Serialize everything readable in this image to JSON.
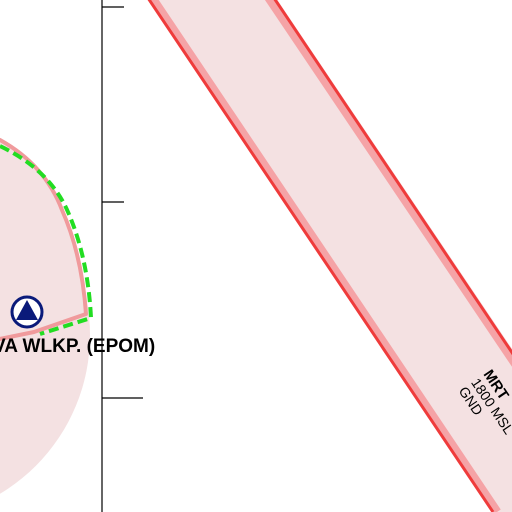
{
  "map": {
    "colors": {
      "background": "#ffffff",
      "zone_fill": "#f4e1e2",
      "zone_border_outer": "#f5a3a6",
      "zone_border_inner": "#ef3b3b",
      "ctr_border": "#f09a9c",
      "ctr_dashed": "#22dd22",
      "airport_symbol": "#0a1a7a",
      "graticule": "#000000"
    },
    "airport": {
      "label": "VA WLKP. (EPOM)",
      "icon": "airport-triangle-icon"
    },
    "zone": {
      "name": "MRT",
      "upper_limit": "1800 MSL",
      "lower_limit": "GND"
    }
  }
}
